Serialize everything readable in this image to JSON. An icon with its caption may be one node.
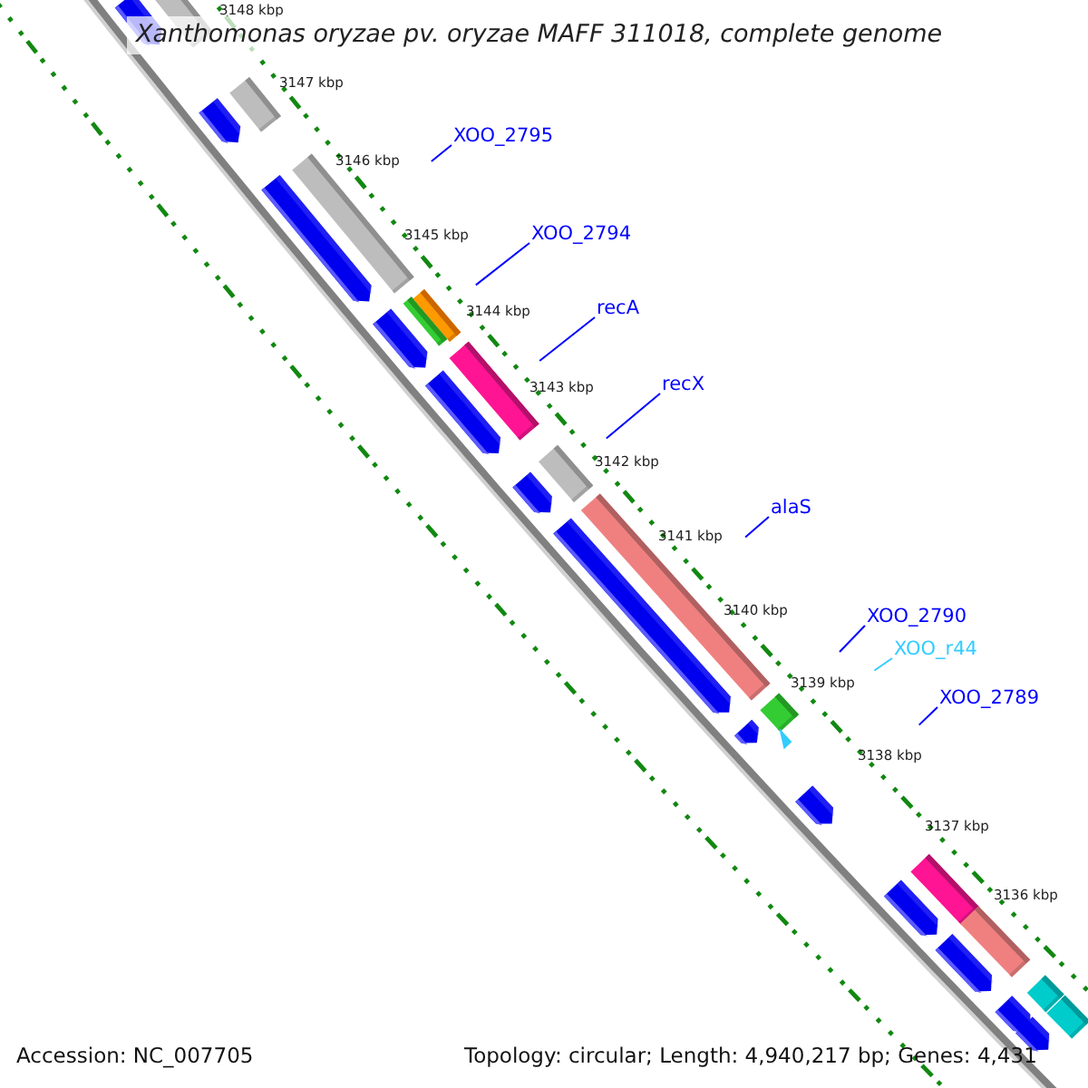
{
  "diagram": {
    "title": "Xanthomonas oryzae pv. oryzae MAFF 311018, complete genome",
    "nodes": [
      {
        "text": [
          "XOO_2795"
        ]
      },
      {
        "text": [
          "XOO_2794"
        ]
      },
      {
        "text": [
          "recA"
        ]
      },
      {
        "text": [
          "recX"
        ]
      },
      {
        "text": [
          "alaS"
        ]
      },
      {
        "text": [
          "XOO_2790"
        ]
      },
      {
        "text": [
          "XOO_r44"
        ]
      },
      {
        "text": [
          "XOO_2789"
        ]
      }
    ],
    "edges": [
      {
        "from": 0,
        "to": null,
        "arrow": "none"
      },
      {
        "from": 1,
        "to": null,
        "arrow": "none"
      },
      {
        "from": 2,
        "to": null,
        "arrow": "none"
      },
      {
        "from": 3,
        "to": null,
        "arrow": "none"
      },
      {
        "from": 4,
        "to": null,
        "arrow": "none"
      },
      {
        "from": 5,
        "to": null,
        "arrow": "none"
      },
      {
        "from": 6,
        "to": null,
        "arrow": "none",
        "color": "#33ccff"
      },
      {
        "from": 7,
        "to": null,
        "arrow": "none"
      }
    ],
    "labels": [
      "3148 kbp",
      "3147 kbp",
      "3146 kbp",
      "3145 kbp",
      "3144 kbp",
      "3143 kbp",
      "3142 kbp",
      "3141 kbp",
      "3140 kbp",
      "3139 kbp",
      "3138 kbp",
      "3137 kbp",
      "3136 kbp",
      "Accession: NC_007705",
      "Topology: circular; Length: 4,940,217 bp; Genes: 4,431"
    ]
  }
}
